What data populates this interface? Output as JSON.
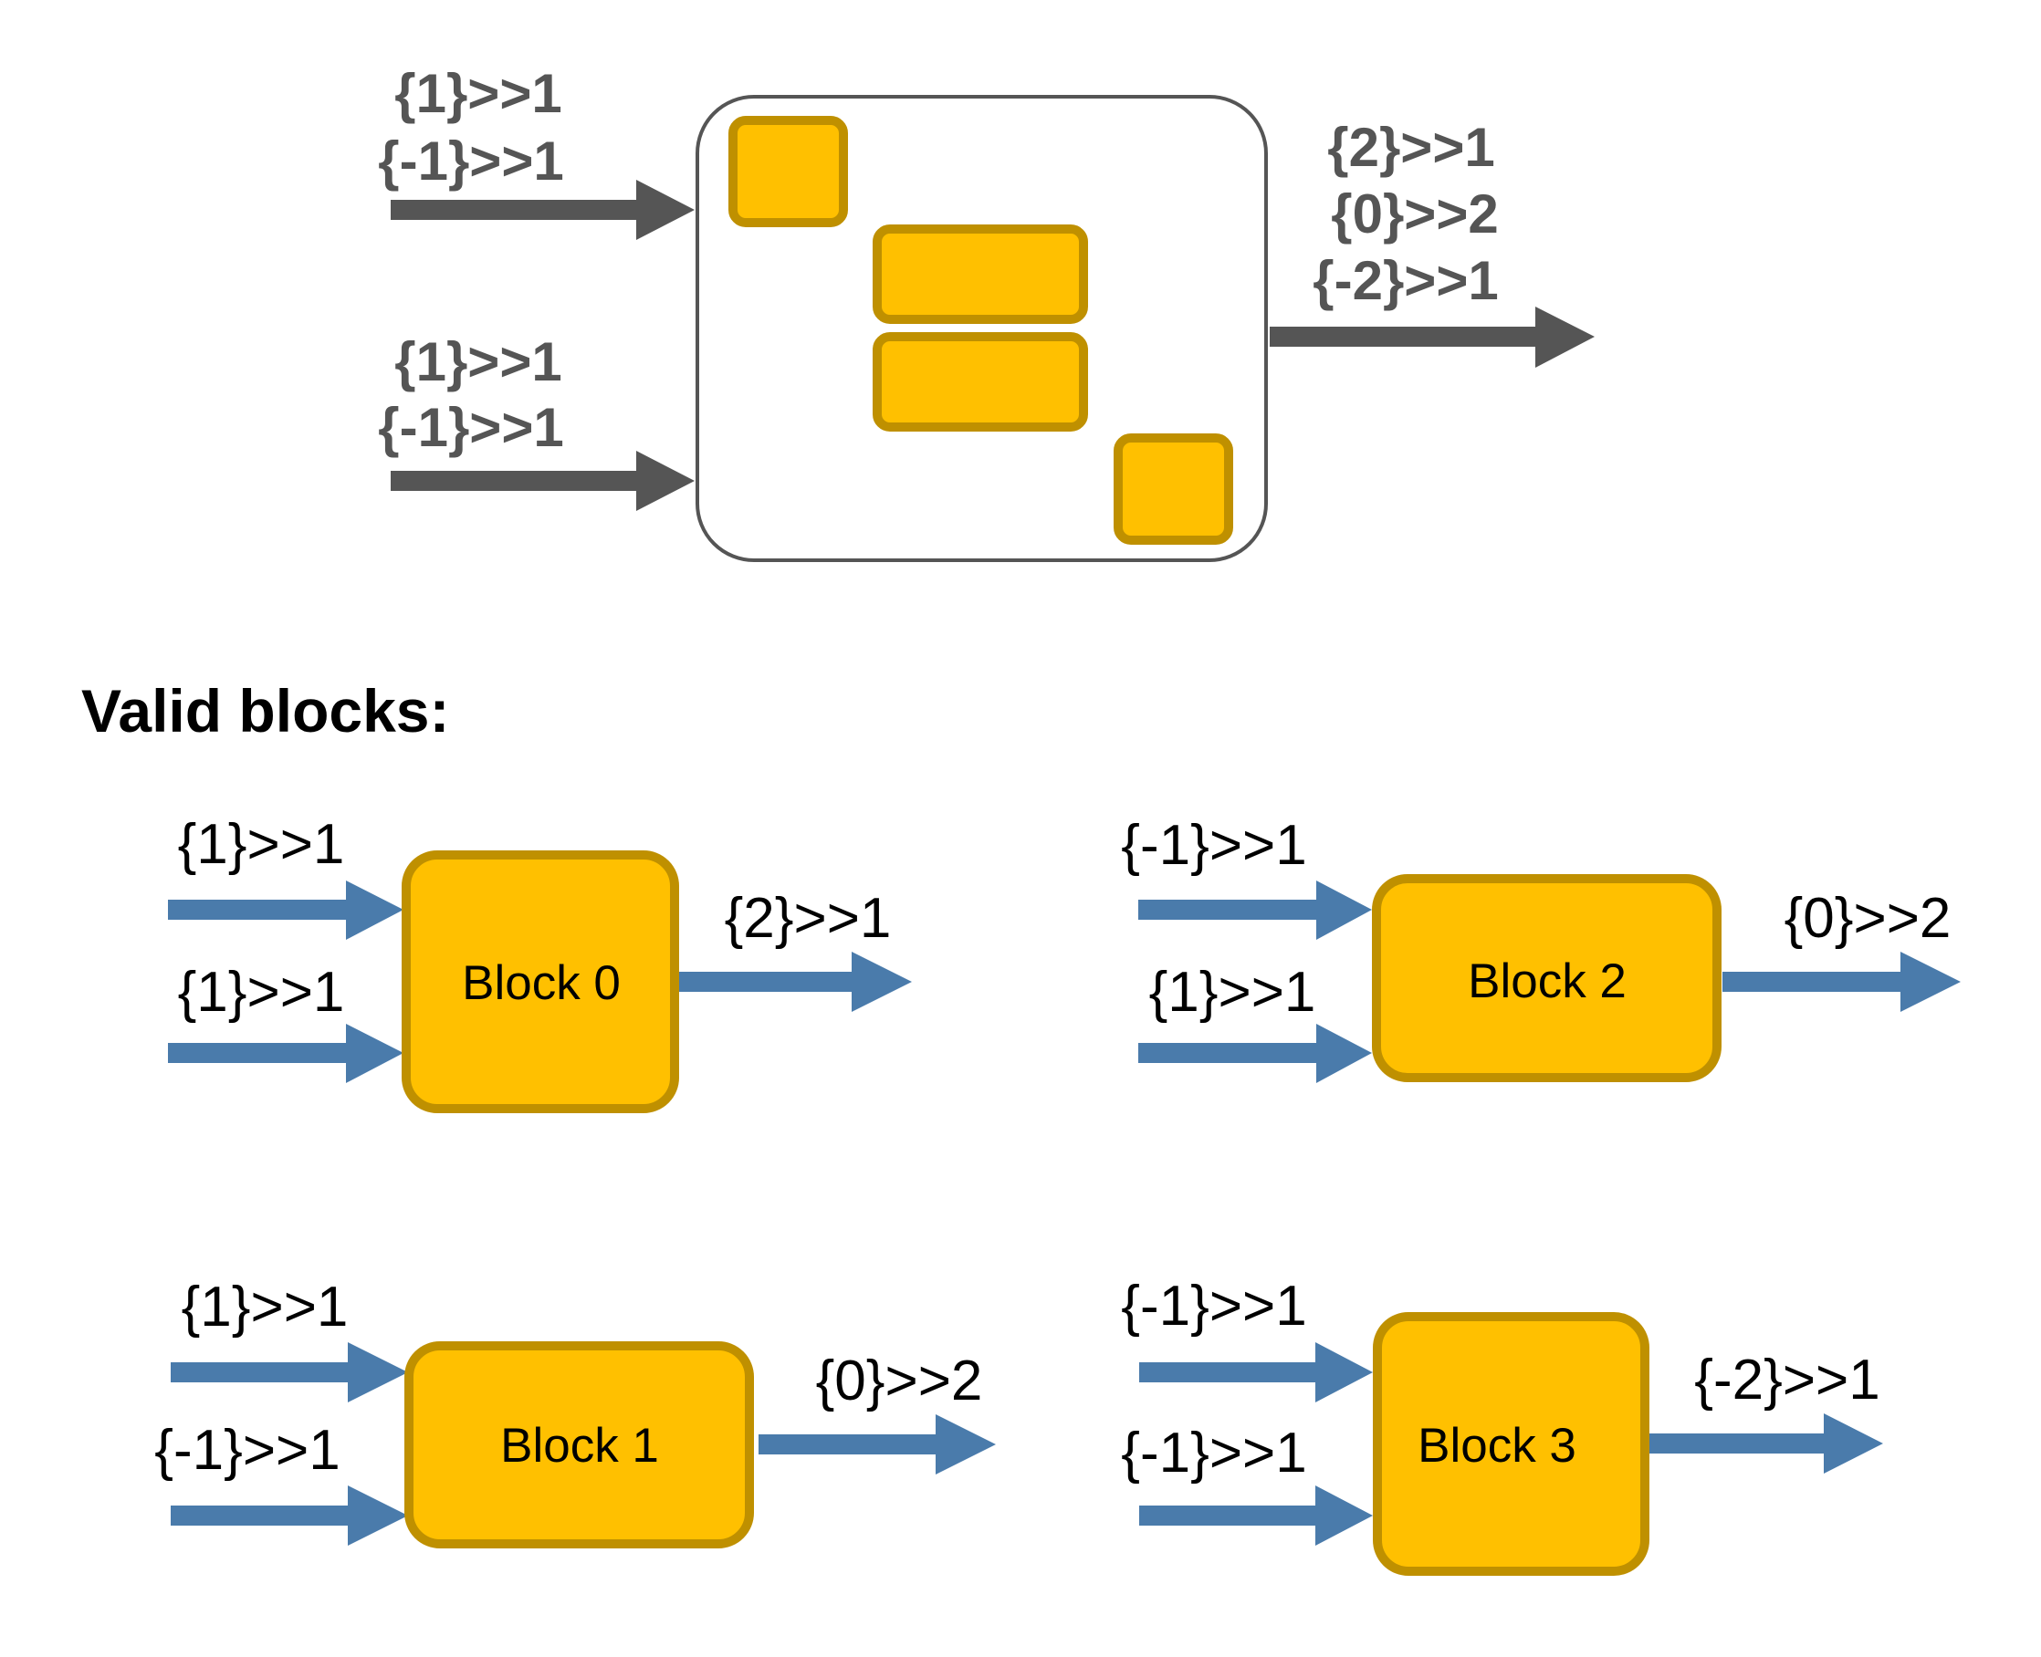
{
  "colors": {
    "top_arrow": "#555555",
    "container_border": "#555555",
    "block_fill": "#FFC000",
    "block_border": "#BF9000",
    "valid_arrow": "#4A7BAB",
    "top_label": "#555555",
    "text": "#000000"
  },
  "combined": {
    "inputs": [
      {
        "labels": [
          "{1}>>1",
          "{-1}>>1"
        ]
      },
      {
        "labels": [
          "{1}>>1",
          "{-1}>>1"
        ]
      }
    ],
    "output": {
      "labels": [
        "{2}>>1",
        "{0}>>2",
        "{-2}>>1"
      ]
    },
    "inner_blocks": [
      "small-square",
      "wide-rect",
      "wide-rect",
      "small-square"
    ]
  },
  "section_heading": "Valid blocks:",
  "blocks": [
    {
      "name": "Block 0",
      "inputs": [
        "{1}>>1",
        "{1}>>1"
      ],
      "output": "{2}>>1"
    },
    {
      "name": "Block 1",
      "inputs": [
        "{1}>>1",
        "{-1}>>1"
      ],
      "output": "{0}>>2"
    },
    {
      "name": "Block 2",
      "inputs": [
        "{-1}>>1",
        "{1}>>1"
      ],
      "output": "{0}>>2"
    },
    {
      "name": "Block 3",
      "inputs": [
        "{-1}>>1",
        "{-1}>>1"
      ],
      "output": "{-2}>>1"
    }
  ]
}
